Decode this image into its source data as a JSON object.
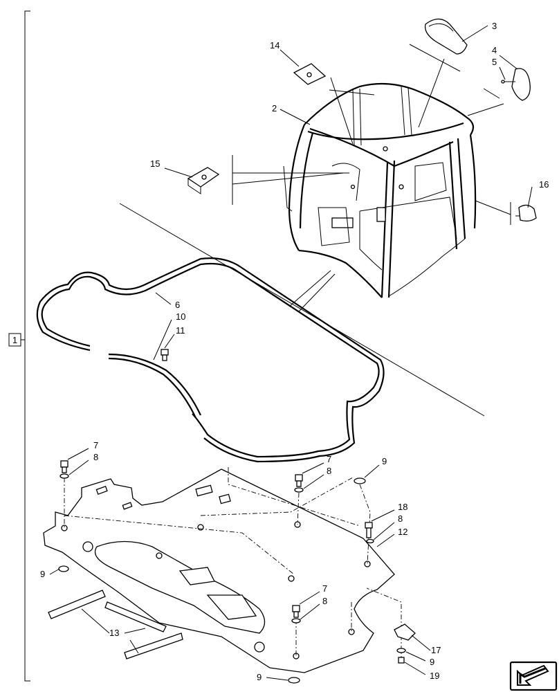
{
  "assembly": {
    "callout": "1"
  },
  "callouts": {
    "c2": "2",
    "c3": "3",
    "c4": "4",
    "c5": "5",
    "c6": "6",
    "c7a": "7",
    "c7b": "7",
    "c7c": "7",
    "c8a": "8",
    "c8b": "8",
    "c8c": "8",
    "c8d": "8",
    "c9a": "9",
    "c9b": "9",
    "c9c": "9",
    "c9d": "9",
    "c10": "10",
    "c11": "11",
    "c12": "12",
    "c13": "13",
    "c14": "14",
    "c15": "15",
    "c16": "16",
    "c17": "17",
    "c18": "18",
    "c19": "19"
  },
  "nav": {
    "icon": "arrow-nav-icon"
  }
}
